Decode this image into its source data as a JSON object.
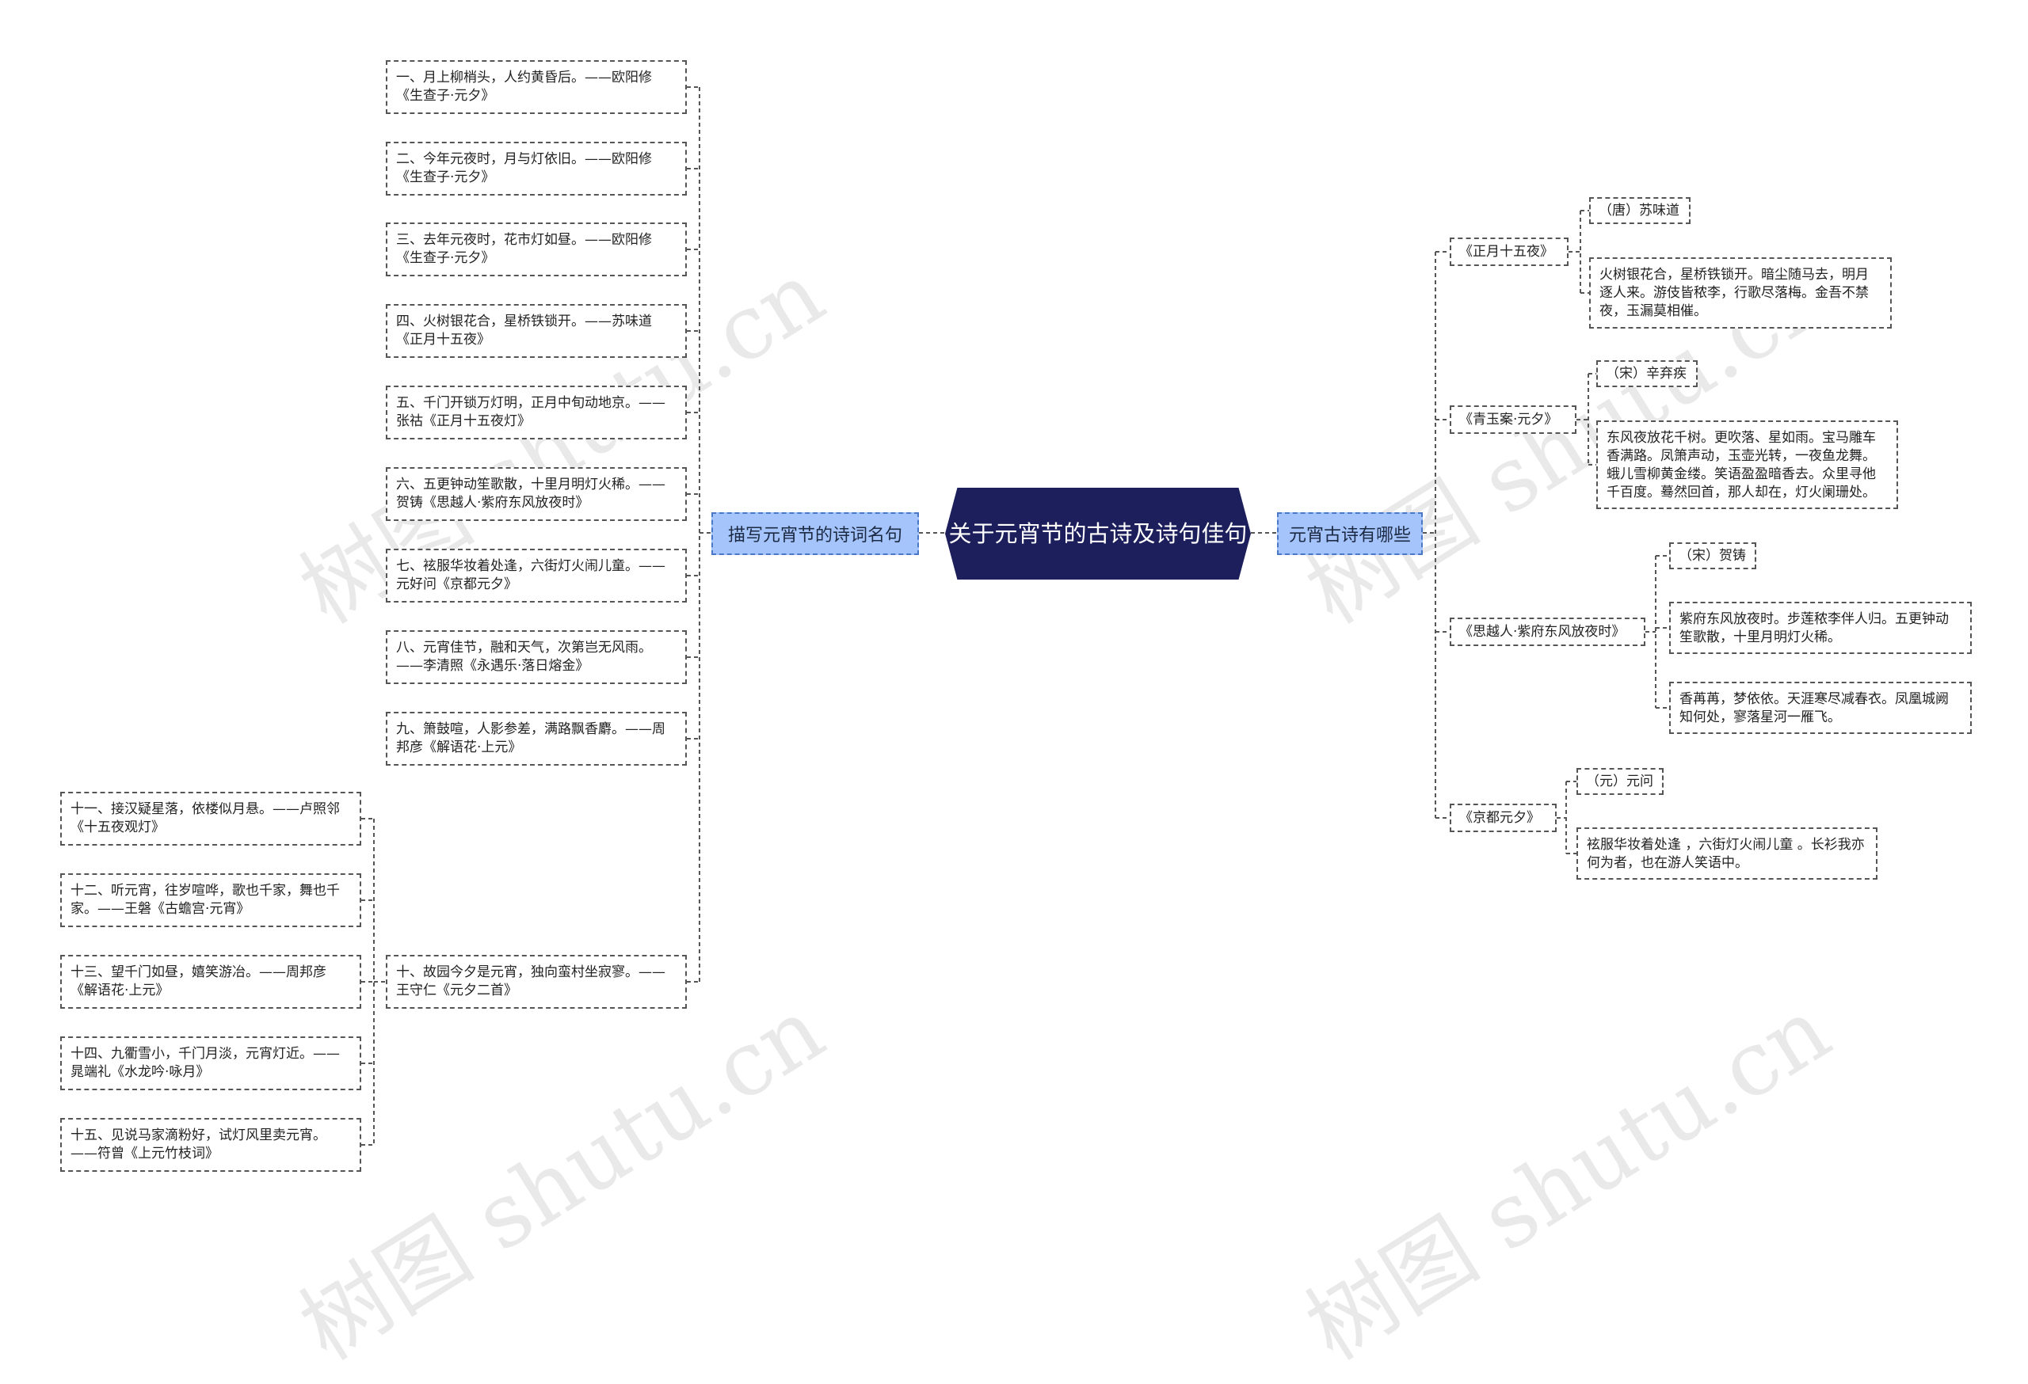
{
  "center": {
    "title": "关于元宵节的古诗及诗句佳句"
  },
  "left_branch": {
    "label": "描写元宵节的诗词名句",
    "items": [
      "一、月上柳梢头，人约黄昏后。——欧阳修《生查子·元夕》",
      "二、今年元夜时，月与灯依旧。——欧阳修《生查子·元夕》",
      "三、去年元夜时，花市灯如昼。——欧阳修《生查子·元夕》",
      "四、火树银花合，星桥铁锁开。——苏味道《正月十五夜》",
      "五、千门开锁万灯明，正月中旬动地京。——张祜《正月十五夜灯》",
      "六、五更钟动笙歌散，十里月明灯火稀。——贺铸《思越人·紫府东风放夜时》",
      "七、袨服华妆着处逢，六街灯火闹儿童。——元好问《京都元夕》",
      "八、元宵佳节，融和天气，次第岂无风雨。——李清照《永遇乐·落日熔金》",
      "九、箫鼓喧，人影参差，满路飘香麝。——周邦彦《解语花·上元》",
      "十、故园今夕是元宵，独向蛮村坐寂寥。——王守仁《元夕二首》"
    ],
    "sub_items": [
      "十一、接汉疑星落，依楼似月悬。——卢照邻《十五夜观灯》",
      "十二、听元宵，往岁喧哗，歌也千家，舞也千家。——王磐《古蟾宫·元宵》",
      "十三、望千门如昼，嬉笑游冶。——周邦彦《解语花·上元》",
      "十四、九衢雪小，千门月淡，元宵灯近。——晁端礼《水龙吟·咏月》",
      "十五、见说马家滴粉好，试灯风里卖元宵。——符曾《上元竹枝词》"
    ]
  },
  "right_branch": {
    "label": "元宵古诗有哪些",
    "poems": [
      {
        "title": "《正月十五夜》",
        "author": "（唐）苏味道",
        "lines": [
          "火树银花合，星桥铁锁开。暗尘随马去，明月逐人来。游伎皆秾李，行歌尽落梅。金吾不禁夜，玉漏莫相催。"
        ]
      },
      {
        "title": "《青玉案·元夕》",
        "author": "（宋）辛弃疾",
        "lines": [
          "东风夜放花千树。更吹落、星如雨。宝马雕车香满路。凤箫声动，玉壶光转，一夜鱼龙舞。蛾儿雪柳黄金缕。笑语盈盈暗香去。众里寻他千百度。蓦然回首，那人却在，灯火阑珊处。"
        ]
      },
      {
        "title": "《思越人·紫府东风放夜时》",
        "author": "（宋）贺铸",
        "lines": [
          "紫府东风放夜时。步莲秾李伴人归。五更钟动笙歌散，十里月明灯火稀。",
          "香苒苒，梦依依。天涯寒尽减春衣。凤凰城阙知何处，寥落星河一雁飞。"
        ]
      },
      {
        "title": "《京都元夕》",
        "author": "（元）元问",
        "lines": [
          "袨服华妆着处逢 ，六街灯火闹儿童 。长衫我亦何为者，也在游人笑语中。"
        ]
      }
    ]
  },
  "watermarks": [
    "树图 shutu.cn",
    "树图 shutu.cn",
    "树图 shutu.cn",
    "树图 shutu.cn"
  ]
}
